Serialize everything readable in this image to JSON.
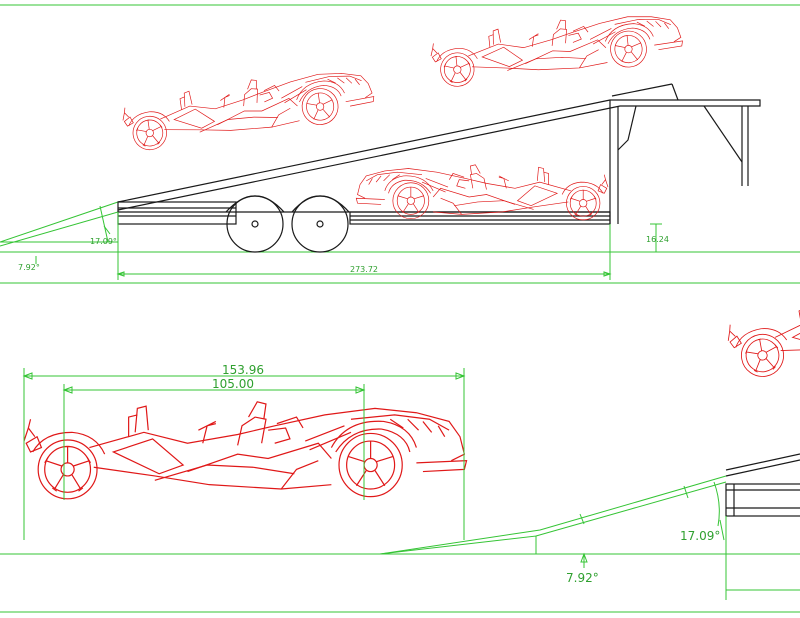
{
  "colors": {
    "background": "#ffffff",
    "dimension": "#35c435",
    "dimension_text": "#2fa02f",
    "trailer": "#1a1a1a",
    "vehicle": "#e01818"
  },
  "top_view": {
    "dims": {
      "ramp_angle": "17.09°",
      "ground_angle": "7.92°",
      "deck_height": "16.24",
      "deck_length": "273.72"
    }
  },
  "bottom_view": {
    "dims": {
      "overall_length": "153.96",
      "wheelbase": "105.00",
      "ramp_angle": "17.09°",
      "ground_angle": "7.92°"
    }
  }
}
